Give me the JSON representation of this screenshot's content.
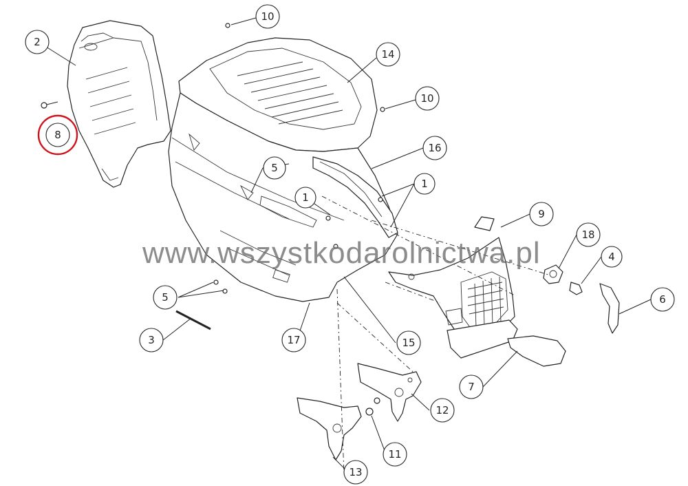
{
  "diagram": {
    "type": "exploded-parts-diagram",
    "watermark": "www.wszystkodarolnictwa.pl",
    "highlight_color": "#d0121b",
    "highlighted_callout": "8",
    "callouts": [
      {
        "id": "c1a",
        "label": "1"
      },
      {
        "id": "c1b",
        "label": "1"
      },
      {
        "id": "c2",
        "label": "2"
      },
      {
        "id": "c3",
        "label": "3"
      },
      {
        "id": "c4",
        "label": "4"
      },
      {
        "id": "c5a",
        "label": "5"
      },
      {
        "id": "c5b",
        "label": "5"
      },
      {
        "id": "c6",
        "label": "6"
      },
      {
        "id": "c7",
        "label": "7"
      },
      {
        "id": "c8",
        "label": "8"
      },
      {
        "id": "c9",
        "label": "9"
      },
      {
        "id": "c10a",
        "label": "10"
      },
      {
        "id": "c10b",
        "label": "10"
      },
      {
        "id": "c11",
        "label": "11"
      },
      {
        "id": "c12",
        "label": "12"
      },
      {
        "id": "c13",
        "label": "13"
      },
      {
        "id": "c14",
        "label": "14"
      },
      {
        "id": "c15",
        "label": "15"
      },
      {
        "id": "c16",
        "label": "16"
      },
      {
        "id": "c17",
        "label": "17"
      },
      {
        "id": "c18",
        "label": "18"
      }
    ]
  }
}
